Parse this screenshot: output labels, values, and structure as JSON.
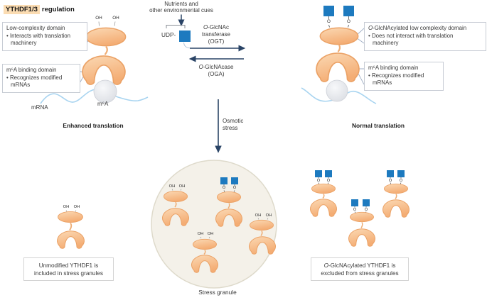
{
  "title": {
    "highlight": "YTHDF1/3",
    "rest": "regulation"
  },
  "callouts": {
    "low_complexity": [
      "Low-complexity domain",
      "• Interacts with translation",
      "machinery"
    ],
    "m6a": [
      "m⁶A binding domain",
      "• Recognizes modified",
      "mRNAs"
    ],
    "glcnac_lcd": [
      "O-GlcNAcylated low complexity domain",
      "• Does not interact with translation",
      "machinery"
    ]
  },
  "labels": {
    "oh": "OH",
    "o": "O",
    "mrna": "mRNA",
    "m6a": "m⁶A",
    "enhanced": "Enhanced translation",
    "normal": "Normal translation",
    "cues1": "Nutrients and",
    "cues2": "other environmental cues",
    "udp": "UDP-",
    "ogt1": "O-GlcNAc",
    "ogt2": "transferase",
    "ogt3": "(OGT)",
    "oga1": "O-GlcNAcase",
    "oga2": "(OGA)",
    "osmotic1": "Osmotic",
    "osmotic2": "stress",
    "stress_granule": "Stress granule"
  },
  "boxes": {
    "unmodified": [
      "Unmodified YTHDF1 is",
      "included in stress granules"
    ],
    "glcnacylated": [
      "O-GlcNAcylated YTHDF1 is",
      "excluded from stress granules"
    ]
  },
  "colors": {
    "protein_fill": "#F8C596",
    "protein_stroke": "#EBA266",
    "glcnac_square": "#1D7ABF",
    "mrna_line": "#A8D4F0",
    "arrow": "#2A4466",
    "granule_fill": "#F4F1E9",
    "granule_stroke": "#DEDACB",
    "title_highlight": "#FBDCB2"
  }
}
